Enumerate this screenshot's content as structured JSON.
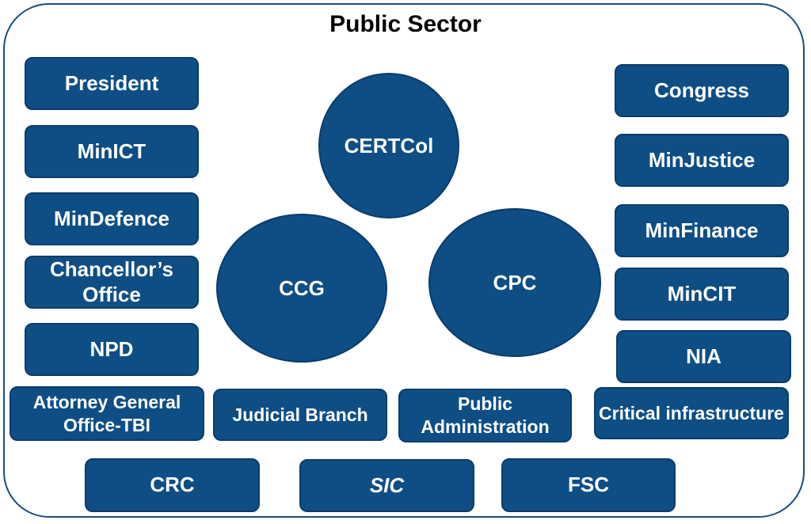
{
  "title": "Public Sector",
  "left_column": [
    "President",
    "MinICT",
    "MinDefence",
    "Chancellor’s Office",
    "NPD"
  ],
  "right_column": [
    "Congress",
    "MinJustice",
    "MinFinance",
    "MinCIT",
    "NIA"
  ],
  "center_circles": [
    "CERTCol",
    "CCG",
    "CPC"
  ],
  "bottom_row": [
    "Attorney General Office-TBI",
    "Judicial Branch",
    "Public Administration",
    "Critical infrastructure"
  ],
  "footer_row": [
    "CRC",
    "SIC",
    "FSC"
  ],
  "colors": {
    "box_fill": "#0e4e85",
    "frame_border": "#184c7c",
    "text": "#ffffff"
  }
}
